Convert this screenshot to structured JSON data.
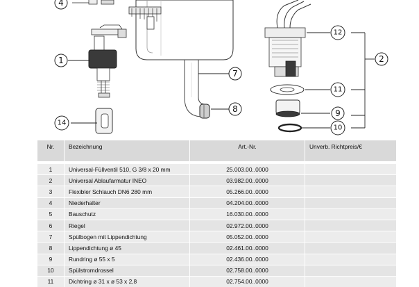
{
  "callouts": {
    "c1": "1",
    "c2": "2",
    "c4": "4",
    "c7": "7",
    "c8": "8",
    "c9": "9",
    "c10": "10",
    "c11": "11",
    "c12": "12",
    "c14": "14"
  },
  "table": {
    "headers": {
      "nr": "Nr.",
      "bezeichnung": "Bezeichnung",
      "artnr": "Art.-Nr.",
      "preis": "Unverb. Richtpreis/€"
    },
    "rows": [
      {
        "nr": "1",
        "bezeichnung": "Universal-Füllventil 510, G 3/8 x 20 mm",
        "artnr": "25.003.00..0000",
        "preis": ""
      },
      {
        "nr": "2",
        "bezeichnung": "Universal Ablaufarmatur INEO",
        "artnr": "03.982.00..0000",
        "preis": ""
      },
      {
        "nr": "3",
        "bezeichnung": "Flexibler Schlauch DN6 280 mm",
        "artnr": "05.266.00..0000",
        "preis": ""
      },
      {
        "nr": "4",
        "bezeichnung": "Niederhalter",
        "artnr": "04.204.00..0000",
        "preis": ""
      },
      {
        "nr": "5",
        "bezeichnung": "Bauschutz",
        "artnr": "16.030.00..0000",
        "preis": ""
      },
      {
        "nr": "6",
        "bezeichnung": "Riegel",
        "artnr": "02.972.00..0000",
        "preis": ""
      },
      {
        "nr": "7",
        "bezeichnung": "Spülbogen mit Lippendichtung",
        "artnr": "05.052.00..0000",
        "preis": ""
      },
      {
        "nr": "8",
        "bezeichnung": "Lippendichtung ø 45",
        "artnr": "02.461.00..0000",
        "preis": ""
      },
      {
        "nr": "9",
        "bezeichnung": "Rundring ø 55 x 5",
        "artnr": "02.436.00..0000",
        "preis": ""
      },
      {
        "nr": "10",
        "bezeichnung": "Spülstromdrossel",
        "artnr": "02.758.00..0000",
        "preis": ""
      },
      {
        "nr": "11",
        "bezeichnung": "Dichtring ø 31 x ø 53 x 2,8",
        "artnr": "02.754.00..0000",
        "preis": ""
      }
    ]
  }
}
